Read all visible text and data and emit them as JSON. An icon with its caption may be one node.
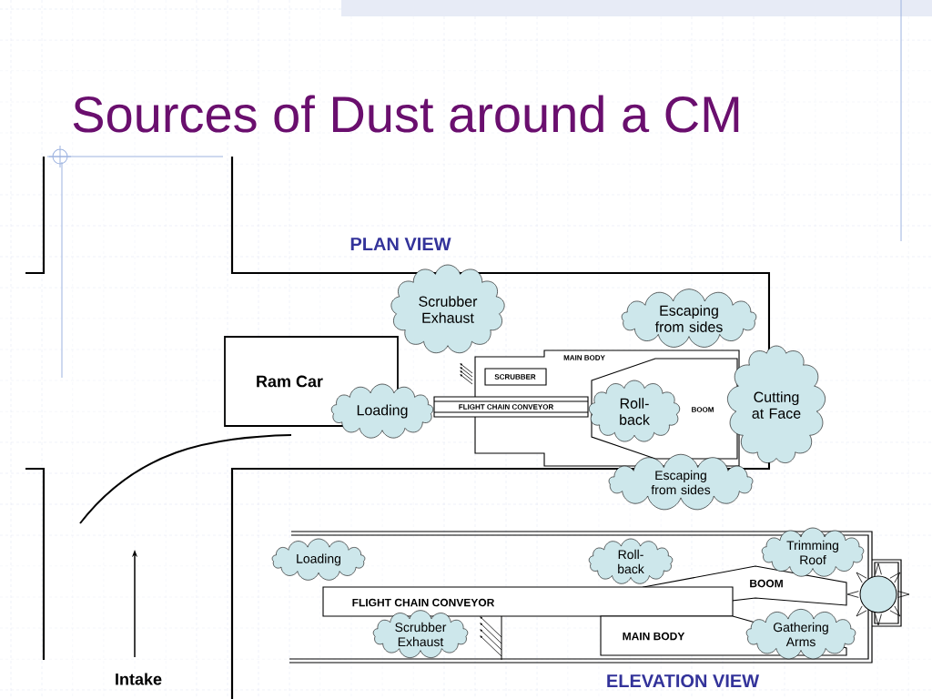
{
  "diagram": {
    "title": "Sources of Dust around a CM",
    "nodes": [
      {
        "text": [
          "Ram Car"
        ]
      },
      {
        "text": [
          "Scrubber Exhaust"
        ]
      },
      {
        "text": [
          "Escaping from sides"
        ]
      },
      {
        "text": [
          "MAIN BODY"
        ]
      },
      {
        "text": [
          "SCRUBBER"
        ],
        "in": 3
      },
      {
        "text": [
          "FLIGHT CHAIN CONVEYOR"
        ]
      },
      {
        "text": [
          "Loading"
        ]
      },
      {
        "text": [
          "Roll-back"
        ],
        "in": 8
      },
      {
        "text": [
          "BOOM"
        ],
        "in": 3
      },
      {
        "text": [
          "Cutting at Face"
        ]
      },
      {
        "text": [
          "Escaping from sides"
        ]
      },
      {
        "text": [
          "Loading"
        ]
      },
      {
        "text": [
          "Roll-back"
        ]
      },
      {
        "text": [
          "Trimming Roof"
        ]
      },
      {
        "text": [
          "BOOM"
        ]
      },
      {
        "text": [
          "FLIGHT CHAIN CONVEYOR"
        ]
      },
      {
        "text": [
          "Scrubber Exhaust"
        ]
      },
      {
        "text": [
          "MAIN BODY"
        ]
      },
      {
        "text": [
          "Gathering Arms"
        ]
      }
    ],
    "labels": [
      "PLAN VIEW",
      "ELEVATION VIEW",
      "Intake"
    ]
  }
}
